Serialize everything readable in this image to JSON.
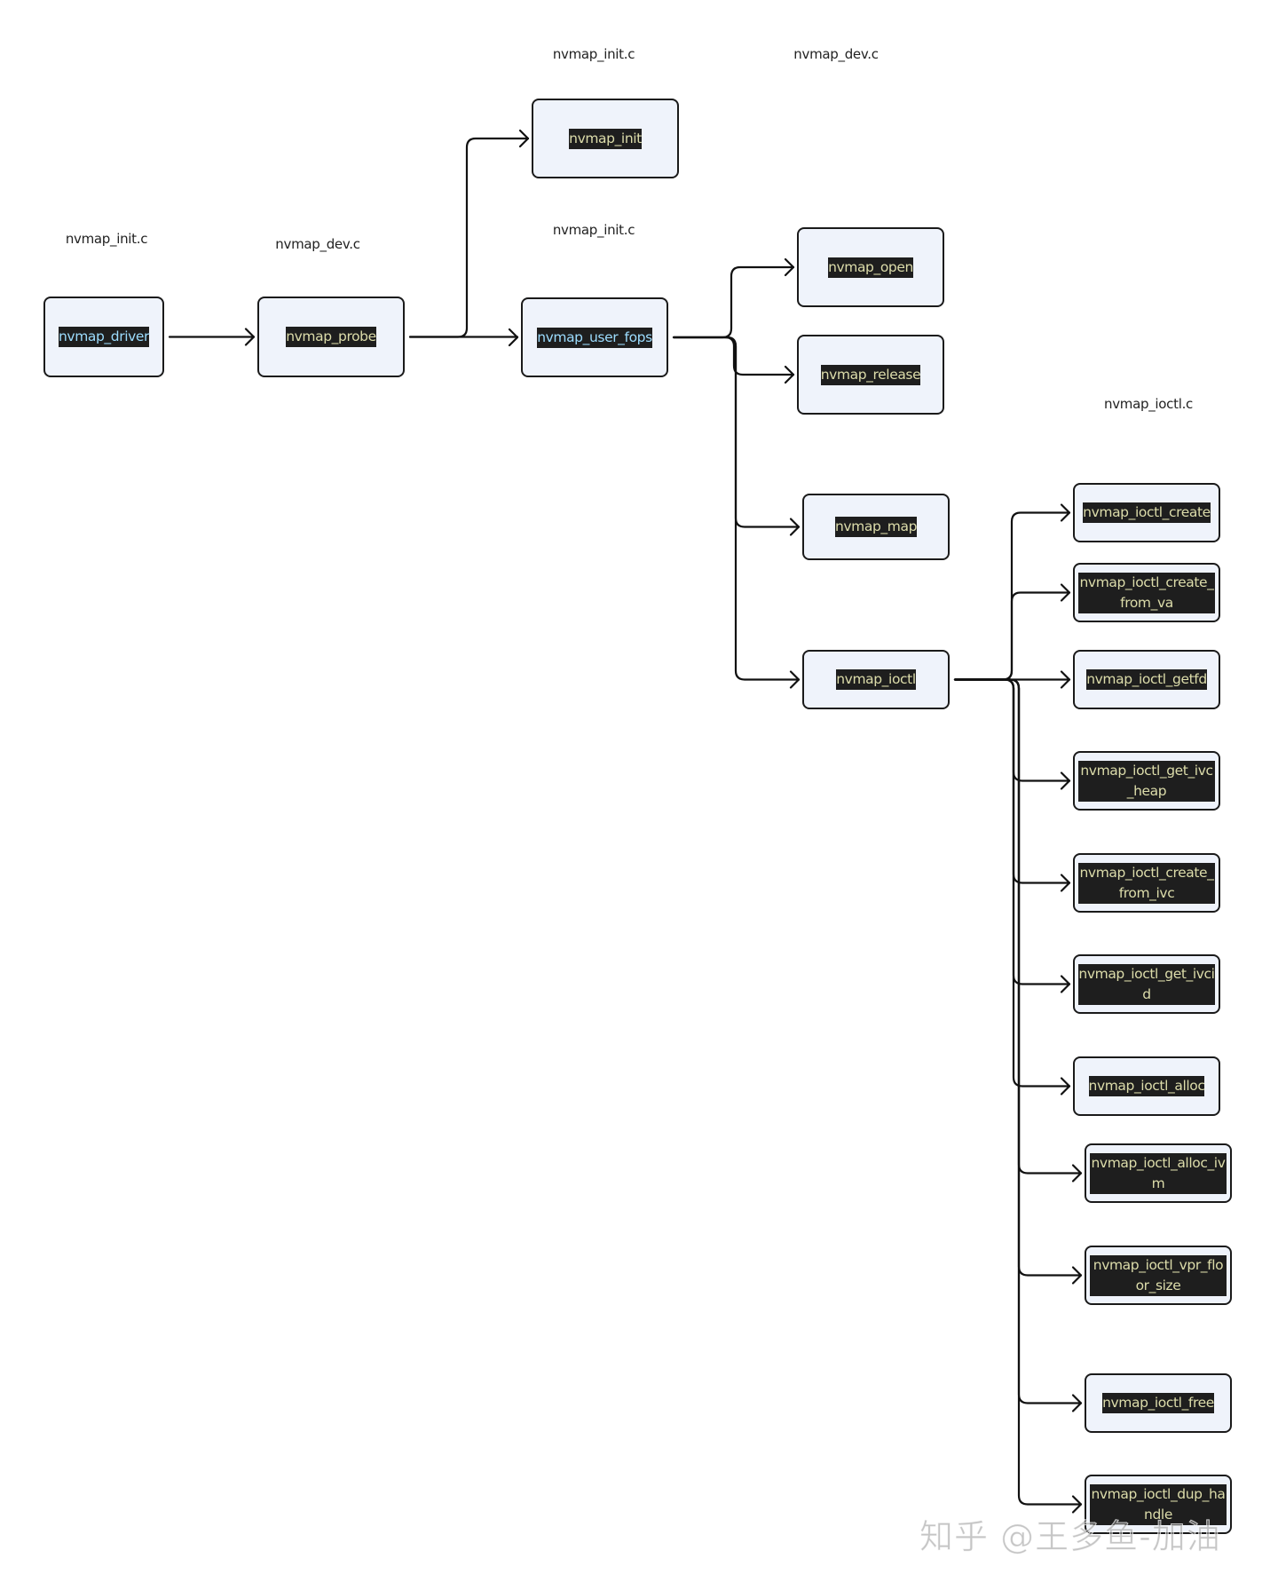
{
  "file_labels": [
    {
      "id": "label-init-c-1",
      "text": "nvmap_init.c"
    },
    {
      "id": "label-dev-c-1",
      "text": "nvmap_dev.c"
    },
    {
      "id": "label-init-c-top",
      "text": "nvmap_init.c"
    },
    {
      "id": "label-dev-c-top",
      "text": "nvmap_dev.c"
    },
    {
      "id": "label-init-c-2",
      "text": "nvmap_init.c"
    },
    {
      "id": "label-ioctl-c",
      "text": "nvmap_ioctl.c"
    }
  ],
  "nodes": [
    {
      "id": "nvmap_driver",
      "label": "nvmap_driver",
      "text_color": "#9cdcfe",
      "parent": null
    },
    {
      "id": "nvmap_probe",
      "label": "nvmap_probe",
      "text_color": "#dcdcaa",
      "parent": "nvmap_driver"
    },
    {
      "id": "nvmap_init",
      "label": "nvmap_init",
      "text_color": "#dcdcaa",
      "parent": "nvmap_probe"
    },
    {
      "id": "nvmap_user_fops",
      "label": "nvmap_user_fops",
      "text_color": "#9cdcfe",
      "parent": "nvmap_probe"
    },
    {
      "id": "nvmap_open",
      "label": "nvmap_open",
      "text_color": "#dcdcaa",
      "parent": "nvmap_user_fops"
    },
    {
      "id": "nvmap_release",
      "label": "nvmap_release",
      "text_color": "#dcdcaa",
      "parent": "nvmap_user_fops"
    },
    {
      "id": "nvmap_map",
      "label": "nvmap_map",
      "text_color": "#dcdcaa",
      "parent": "nvmap_user_fops"
    },
    {
      "id": "nvmap_ioctl",
      "label": "nvmap_ioctl",
      "text_color": "#dcdcaa",
      "parent": "nvmap_user_fops"
    },
    {
      "id": "nvmap_ioctl_create",
      "label": "nvmap_ioctl_create",
      "text_color": "#dcdcaa",
      "parent": "nvmap_ioctl"
    },
    {
      "id": "nvmap_ioctl_create_from_va",
      "label": "nvmap_ioctl_create_from_va",
      "text_color": "#dcdcaa",
      "parent": "nvmap_ioctl"
    },
    {
      "id": "nvmap_ioctl_getfd",
      "label": "nvmap_ioctl_getfd",
      "text_color": "#dcdcaa",
      "parent": "nvmap_ioctl"
    },
    {
      "id": "nvmap_ioctl_get_ivc_heap",
      "label": "nvmap_ioctl_get_ivc_heap",
      "text_color": "#dcdcaa",
      "parent": "nvmap_ioctl"
    },
    {
      "id": "nvmap_ioctl_create_from_ivc",
      "label": "nvmap_ioctl_create_from_ivc",
      "text_color": "#dcdcaa",
      "parent": "nvmap_ioctl"
    },
    {
      "id": "nvmap_ioctl_get_ivcid",
      "label": "nvmap_ioctl_get_ivcid",
      "text_color": "#dcdcaa",
      "parent": "nvmap_ioctl"
    },
    {
      "id": "nvmap_ioctl_alloc",
      "label": "nvmap_ioctl_alloc",
      "text_color": "#dcdcaa",
      "parent": "nvmap_ioctl"
    },
    {
      "id": "nvmap_ioctl_alloc_ivm",
      "label": "nvmap_ioctl_alloc_ivm",
      "text_color": "#dcdcaa",
      "parent": "nvmap_ioctl"
    },
    {
      "id": "nvmap_ioctl_vpr_floor_size",
      "label": "nvmap_ioctl_vpr_floor_size",
      "text_color": "#dcdcaa",
      "parent": "nvmap_ioctl"
    },
    {
      "id": "nvmap_ioctl_free",
      "label": "nvmap_ioctl_free",
      "text_color": "#dcdcaa",
      "parent": "nvmap_ioctl"
    },
    {
      "id": "nvmap_ioctl_dup_handle",
      "label": "nvmap_ioctl_dup_handle",
      "text_color": "#dcdcaa",
      "parent": "nvmap_ioctl"
    }
  ],
  "colors": {
    "node_fill": "#eff3fb",
    "node_border": "#1a1a1a",
    "label_bg": "#1e1e1e",
    "edge": "#111111"
  },
  "watermark": "知乎 @王多鱼-加油"
}
